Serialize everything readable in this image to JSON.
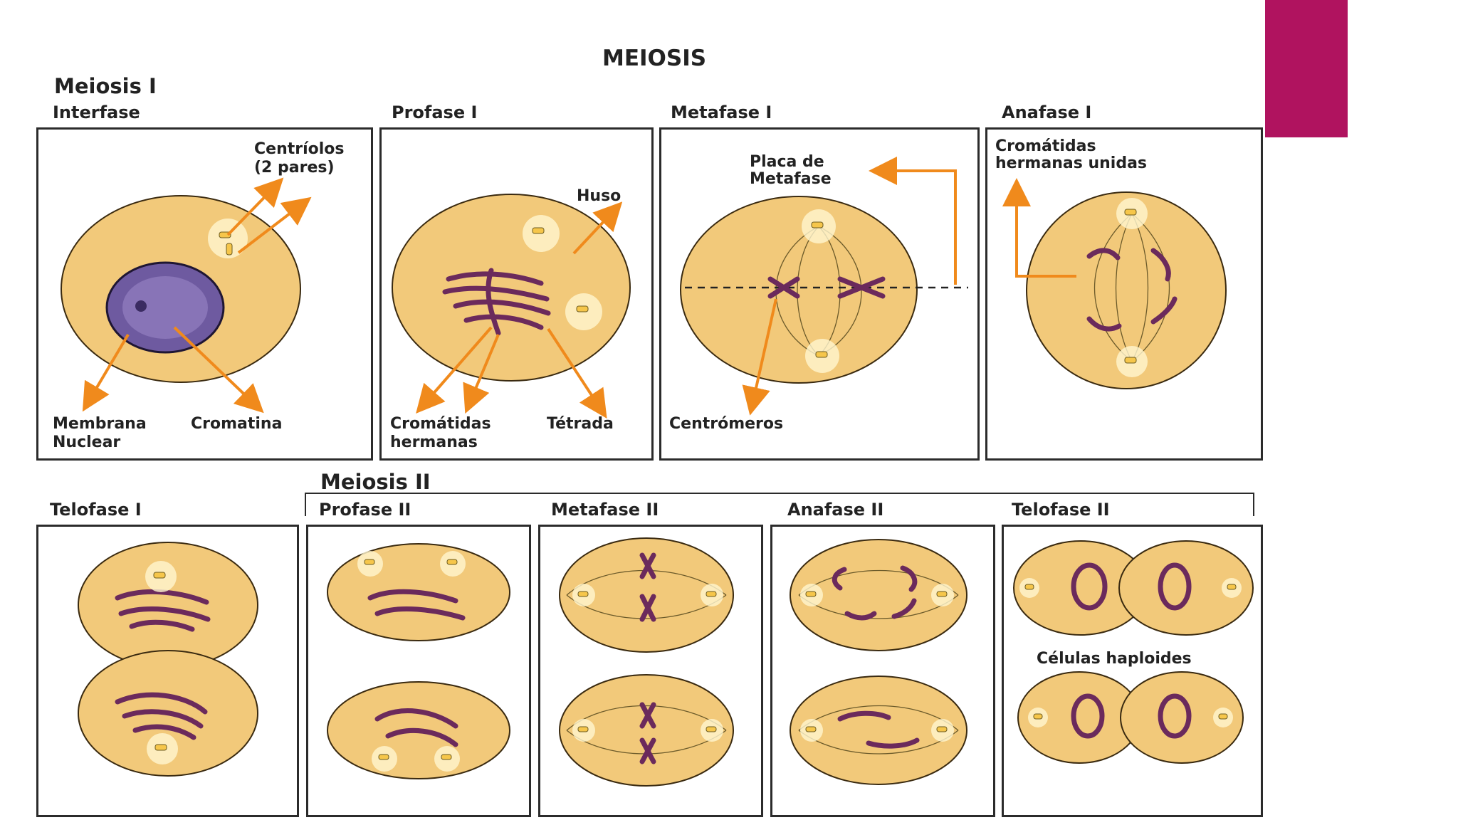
{
  "title": "MEIOSIS",
  "meiosis1": {
    "heading": "Meiosis I",
    "stages": [
      {
        "name": "Interfase",
        "labels": [
          "Centríolos",
          "(2 pares)",
          "Membrana",
          "Nuclear",
          "Cromatina"
        ]
      },
      {
        "name": "Profase I",
        "labels": [
          "Huso",
          "Cromátidas",
          "hermanas",
          "Tétrada"
        ]
      },
      {
        "name": "Metafase I",
        "labels": [
          "Placa de",
          "Metafase",
          "Centrómeros"
        ]
      },
      {
        "name": "Anafase I",
        "labels": [
          "Cromátidas",
          "hermanas unidas"
        ]
      }
    ]
  },
  "meiosis2": {
    "heading": "Meiosis II",
    "telofase1": "Telofase I",
    "stages": [
      "Profase II",
      "Metafase II",
      "Anafase II",
      "Telofase II"
    ],
    "haploid_label": "Células haploides"
  },
  "colors": {
    "accent": "#b0135f",
    "cell_fill": "#f2c97a",
    "cell_edge": "#3a2a10",
    "chromosome": "#6b2a5c",
    "arrow": "#f08a1c",
    "nucleus": "#6e5aa0"
  }
}
